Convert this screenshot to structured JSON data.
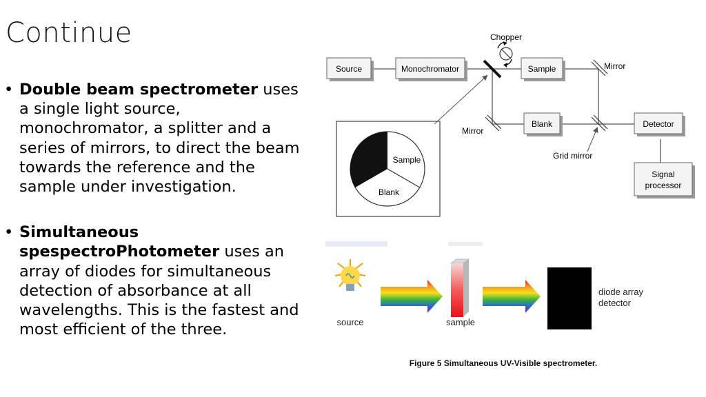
{
  "slide": {
    "title": "Continue"
  },
  "bullets": [
    {
      "term": "Double beam spectrometer",
      "text": " uses a single light source, monochromator, a splitter and a series of mirrors, to direct the beam towards the reference and the sample under investigation."
    },
    {
      "term": "Simultaneous spespectroPhotometer",
      "text": " uses an array of diodes for simultaneous detection of absorbance at all wavelengths. This is the fastest and most efficient of the three."
    }
  ],
  "double_beam_diagram": {
    "source": "Source",
    "monochromator": "Monochromator",
    "chopper": "Chopper",
    "sample": "Sample",
    "mirror_top": "Mirror",
    "mirror_left": "Mirror",
    "blank": "Blank",
    "grid_mirror": "Grid mirror",
    "detector": "Detector",
    "signal_processor": [
      "Signal",
      "processor"
    ],
    "wheel_sample": "Sample",
    "wheel_blank": "Blank"
  },
  "simultaneous_diagram": {
    "source": "source",
    "sample": "sample",
    "detector": [
      "diode array",
      "detector"
    ],
    "caption": "Figure 5 Simultaneous UV-Visible spectrometer."
  },
  "colors": {
    "box_fill": "#f4f4f4",
    "box_shadow": "#9a9a9a",
    "line": "#555555",
    "chopper_arrow": "#111111",
    "sample_red": "#e8101a",
    "detector_black": "#000000"
  }
}
